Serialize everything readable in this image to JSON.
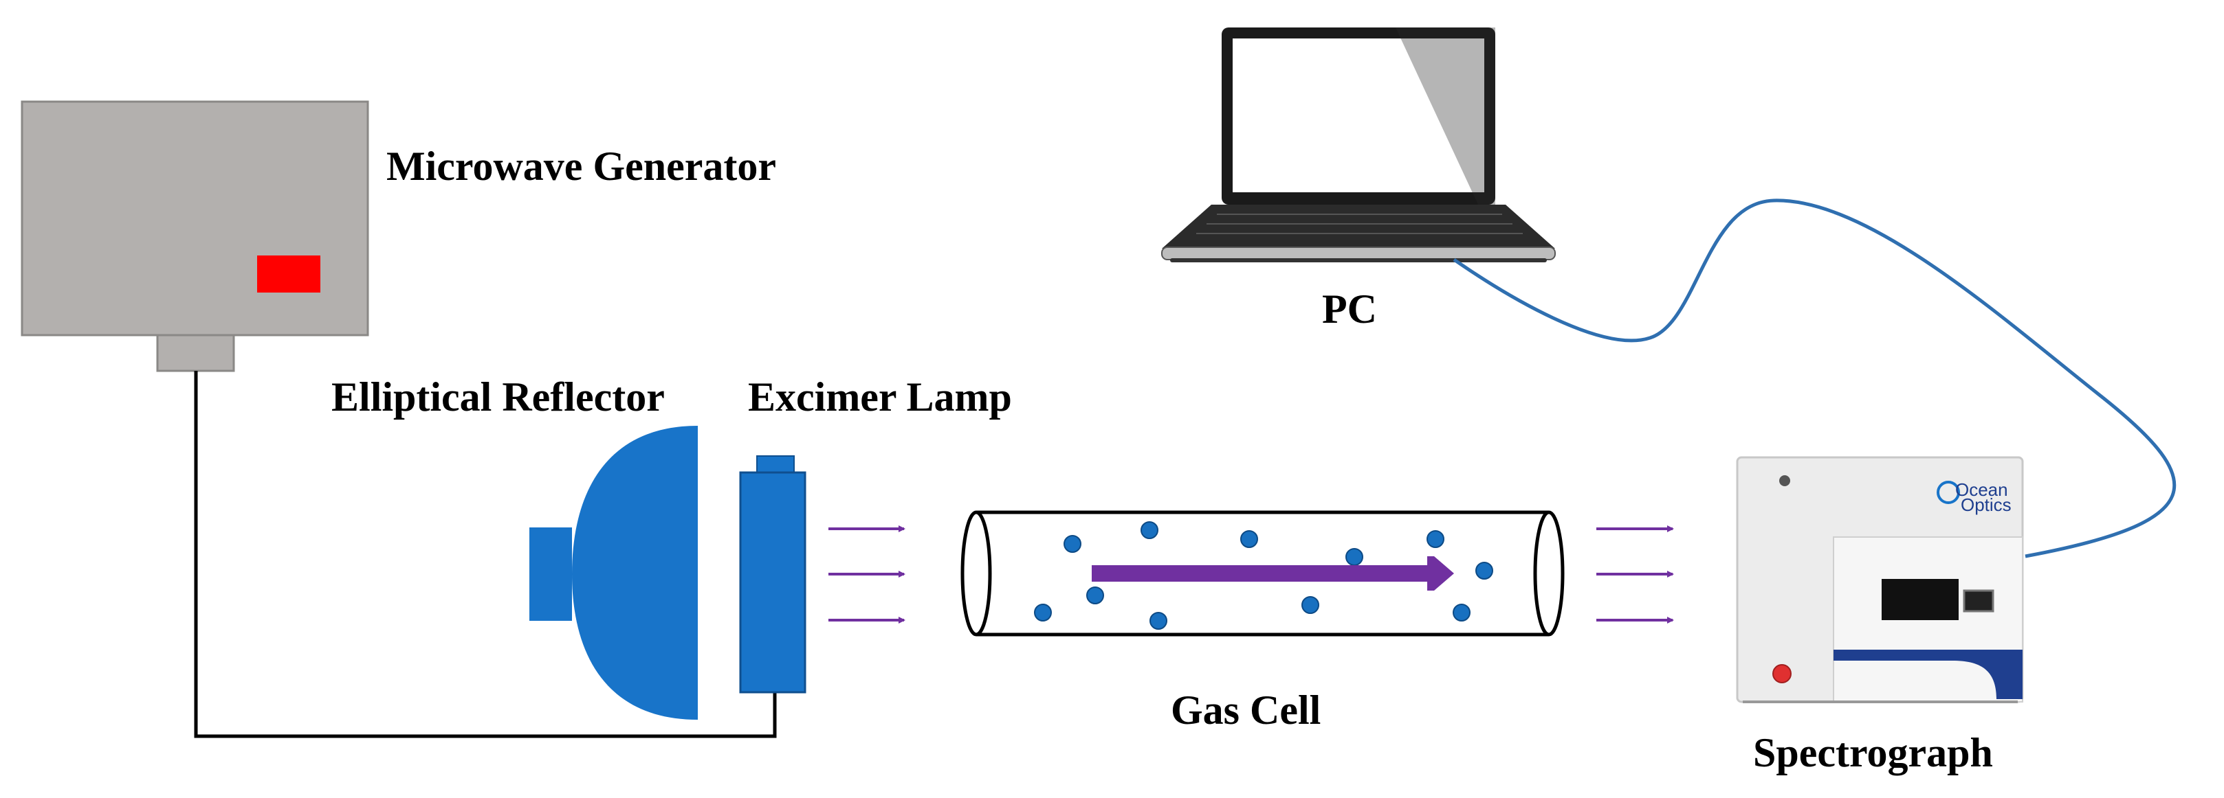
{
  "labels": {
    "microwave_generator": "Microwave Generator",
    "elliptical_reflector": "Elliptical Reflector",
    "excimer_lamp": "Excimer Lamp",
    "pc": "PC",
    "gas_cell": "Gas Cell",
    "spectrograph": "Spectrograph"
  },
  "spectrograph_brand": {
    "line1": "Ocean",
    "line2": "Optics"
  },
  "colors": {
    "generator_body": "#b3b0ae",
    "generator_indicator": "#ff0000",
    "reflector_and_lamp": "#1874c9",
    "gas_particle": "#1870c0",
    "beam_arrow": "#7030a0",
    "fiber_cable": "#2f6fb0",
    "spectrograph_panel": "#1f3f8f",
    "spectrograph_button": "#e03030"
  },
  "icons": {
    "pc": "laptop-icon",
    "spectrograph": "spectrometer-instrument-icon"
  }
}
